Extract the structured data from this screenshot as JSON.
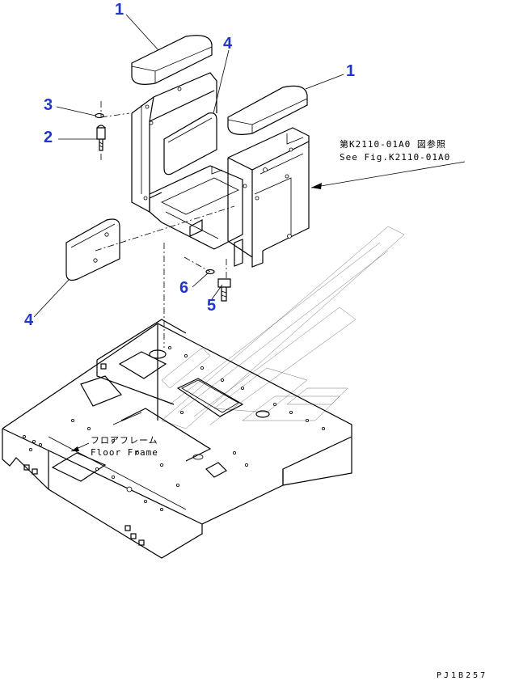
{
  "callouts": [
    {
      "id": "c1a",
      "text": "1"
    },
    {
      "id": "c4a",
      "text": "4"
    },
    {
      "id": "c1b",
      "text": "1"
    },
    {
      "id": "c3",
      "text": "3"
    },
    {
      "id": "c2",
      "text": "2"
    },
    {
      "id": "c4b",
      "text": "4"
    },
    {
      "id": "c6",
      "text": "6"
    },
    {
      "id": "c5",
      "text": "5"
    }
  ],
  "notes": {
    "ref_jp": "第K2110-01A0 図参照",
    "ref_en": "See Fig.K2110-01A0",
    "frame_jp": "フロアフレーム",
    "frame_en": "Floor Frame"
  },
  "drawing_code": "PJ1B257",
  "colors": {
    "callout": "#1f36c9",
    "line": "#000000",
    "background": "#ffffff"
  }
}
